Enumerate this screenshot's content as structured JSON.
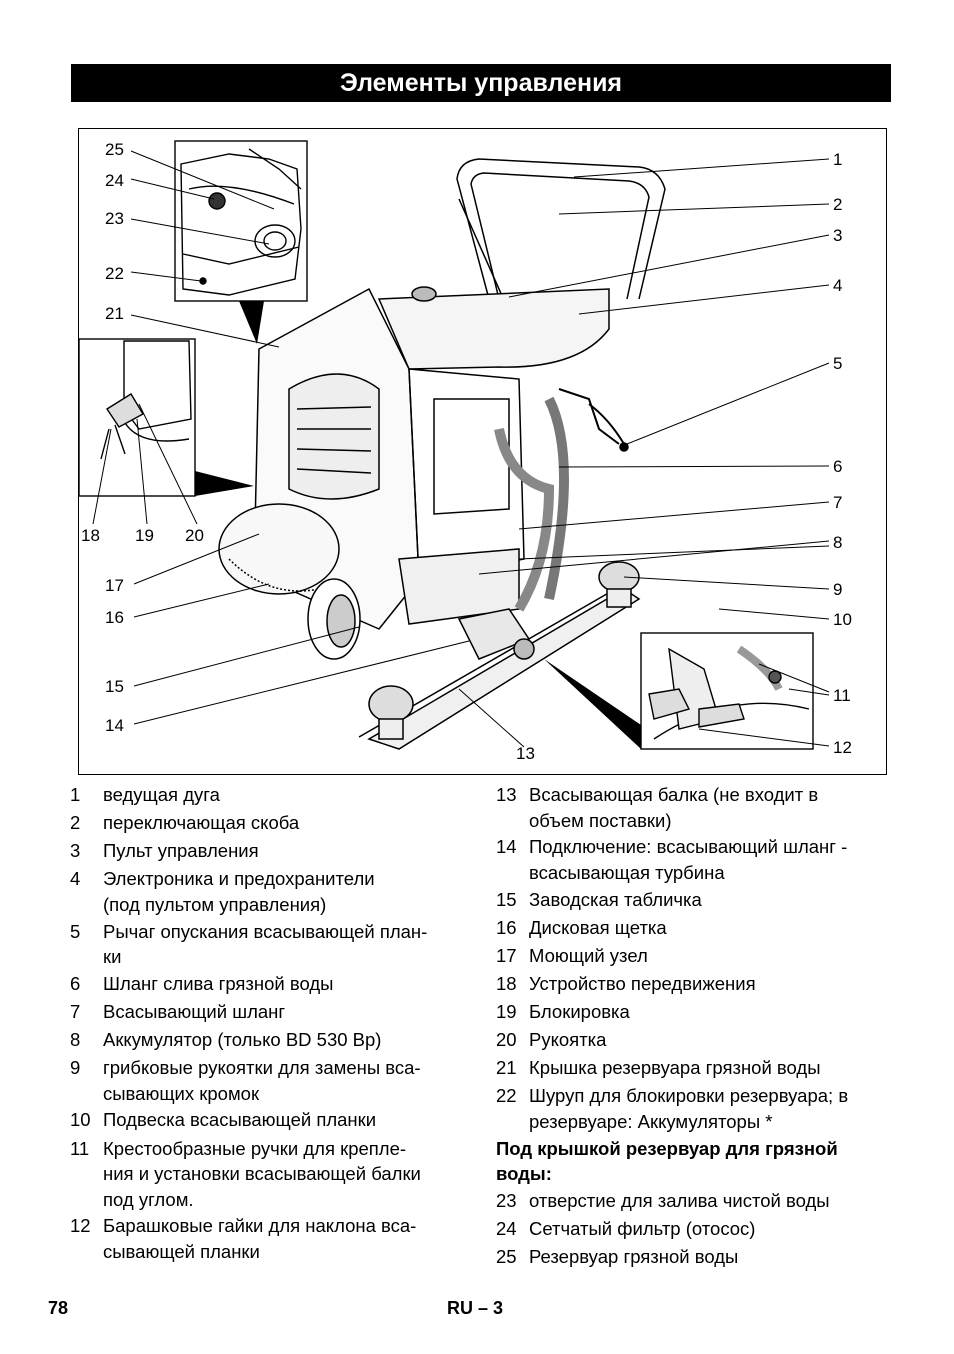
{
  "page": {
    "title": "Элементы управления",
    "page_number": "78",
    "section_label": "RU – 3"
  },
  "figure": {
    "callouts": [
      "1",
      "2",
      "3",
      "4",
      "5",
      "6",
      "7",
      "8",
      "9",
      "10",
      "11",
      "12",
      "13",
      "14",
      "15",
      "16",
      "17",
      "18",
      "19",
      "20",
      "21",
      "22",
      "23",
      "24",
      "25"
    ]
  },
  "legend_left": [
    {
      "num": "1",
      "text": "ведущая дуга"
    },
    {
      "num": "2",
      "text": "переключающая скоба"
    },
    {
      "num": "3",
      "text": "Пульт управления"
    },
    {
      "num": "4",
      "text": "Электроника и предохранители\n(под пультом управления)"
    },
    {
      "num": "5",
      "text": "Рычаг опускания всасывающей план-\nки"
    },
    {
      "num": "6",
      "text": "Шланг слива грязной воды"
    },
    {
      "num": "7",
      "text": "Всасывающий шланг"
    },
    {
      "num": "8",
      "text": "Аккумулятор (только BD 530 Bp)"
    },
    {
      "num": "9",
      "text": "грибковые рукоятки для замены вса-\nсывающих кромок"
    },
    {
      "num": "10",
      "text": "Подвеска всасывающей планки"
    },
    {
      "num": "11",
      "text": "Крестообразные ручки для крепле-\nния и установки всасывающей балки\nпод углом."
    },
    {
      "num": "12",
      "text": "Барашковые гайки для наклона вса-\nсывающей планки"
    }
  ],
  "legend_right": [
    {
      "num": "13",
      "text": "Всасывающая балка (не входит в\nобъем поставки)"
    },
    {
      "num": "14",
      "text": "Подключение: всасывающий шланг -\nвсасывающая турбина"
    },
    {
      "num": "15",
      "text": "Заводская табличка"
    },
    {
      "num": "16",
      "text": "Дисковая щетка"
    },
    {
      "num": "17",
      "text": "Моющий узел"
    },
    {
      "num": "18",
      "text": "Устройство передвижения"
    },
    {
      "num": "19",
      "text": "Блокировка"
    },
    {
      "num": "20",
      "text": "Рукоятка"
    },
    {
      "num": "21",
      "text": "Крышка резервуара грязной воды"
    },
    {
      "num": "22",
      "text": "Шуруп для блокировки резервуара; в\nрезервуаре: Аккумуляторы *"
    }
  ],
  "legend_subhead": "Под крышкой резервуар для грязной\nводы:",
  "legend_right_after": [
    {
      "num": "23",
      "text": "отверстие для залива чистой воды"
    },
    {
      "num": "24",
      "text": "Сетчатый фильтр (отосос)"
    },
    {
      "num": "25",
      "text": "Резервуар грязной воды"
    }
  ]
}
